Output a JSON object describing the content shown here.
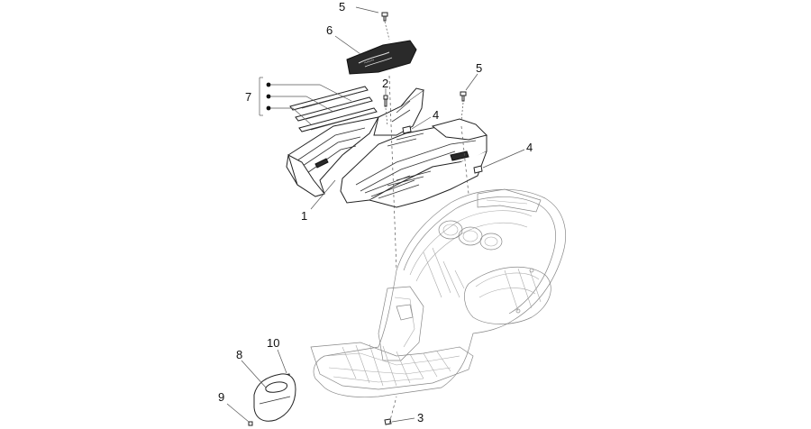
{
  "callouts": [
    {
      "id": "label-1",
      "text": "1"
    },
    {
      "id": "label-2",
      "text": "2"
    },
    {
      "id": "label-3",
      "text": "3"
    },
    {
      "id": "label-4a",
      "text": "4"
    },
    {
      "id": "label-4b",
      "text": "4"
    },
    {
      "id": "label-5a",
      "text": "5"
    },
    {
      "id": "label-5b",
      "text": "5"
    },
    {
      "id": "label-6",
      "text": "6"
    },
    {
      "id": "label-7",
      "text": "7"
    },
    {
      "id": "label-8",
      "text": "8"
    },
    {
      "id": "label-9",
      "text": "9"
    },
    {
      "id": "label-10",
      "text": "10"
    }
  ],
  "colors": {
    "line": "#222222",
    "dark_part": "#2a2a2a",
    "body": "#888888",
    "background": "#ffffff"
  },
  "icons": [
    "screw-icon",
    "clip-icon"
  ]
}
